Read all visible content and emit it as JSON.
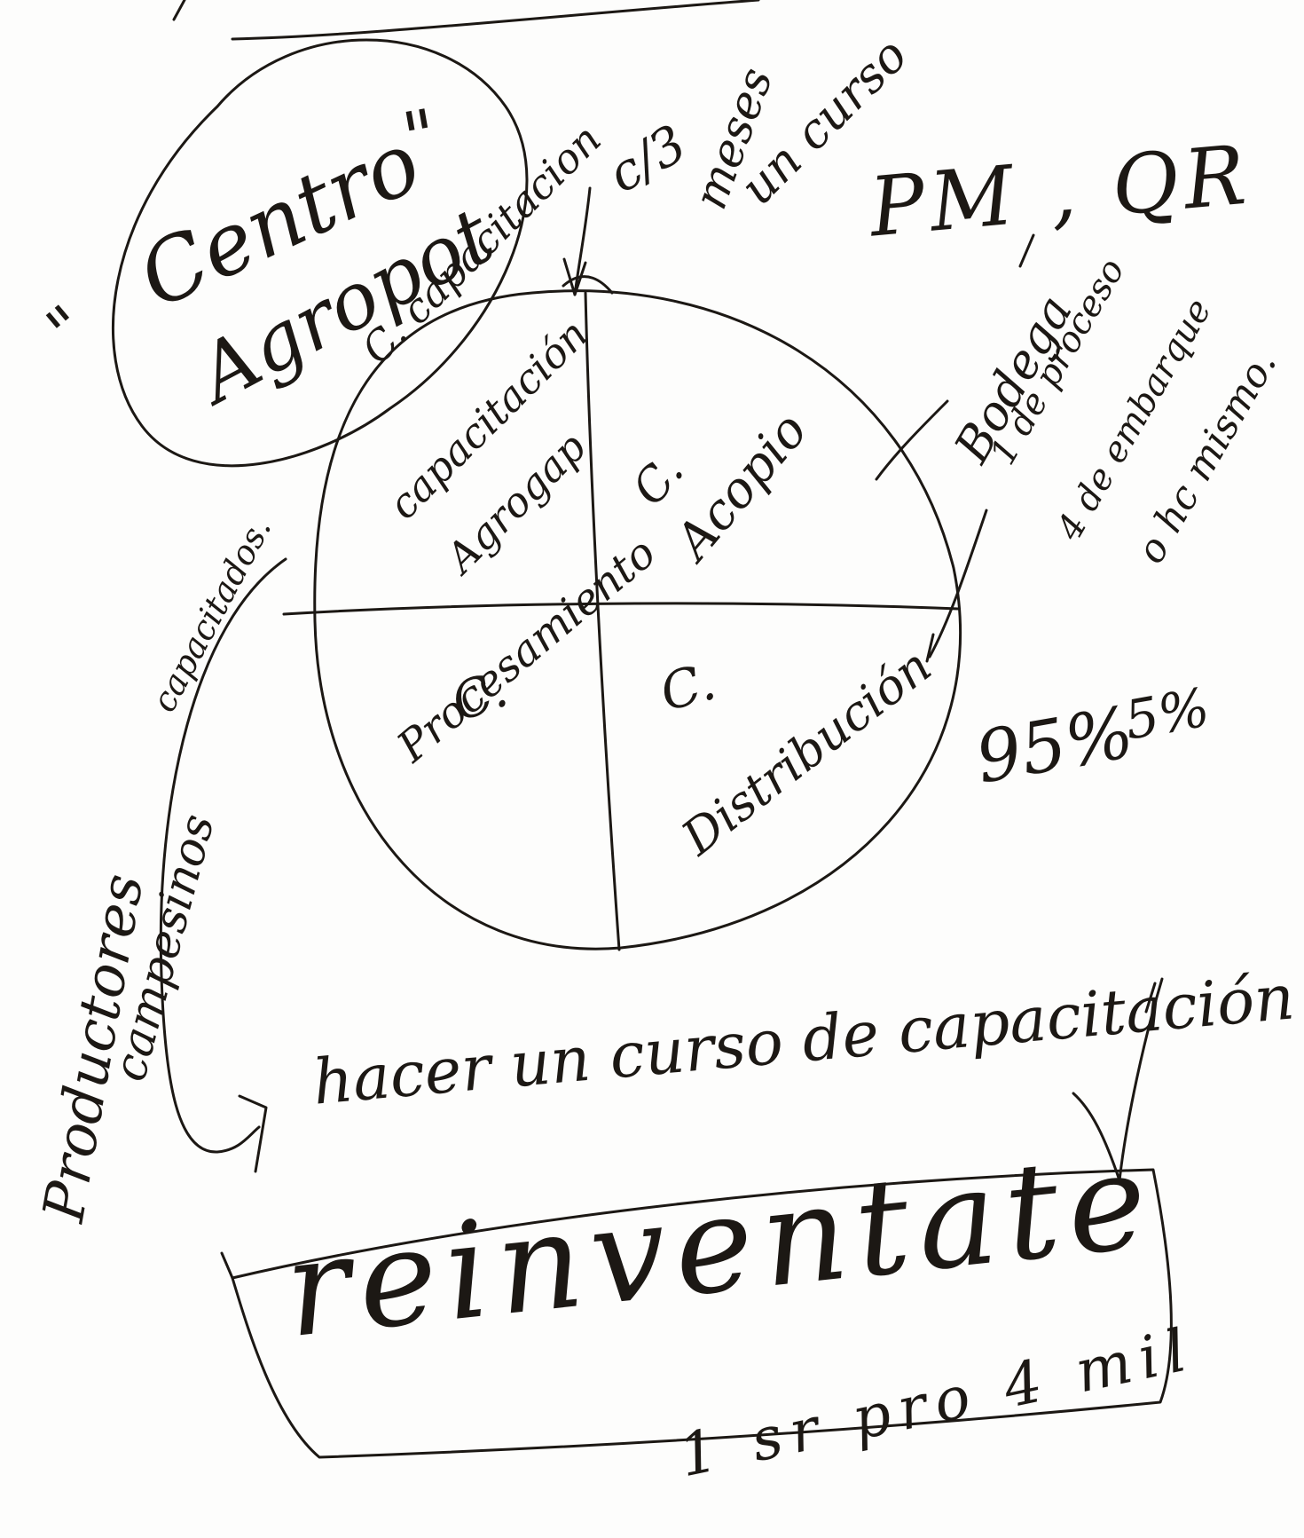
{
  "hub": {
    "label_quote_open": "\"",
    "label_line1": "Centro",
    "label_line2": "Agropot",
    "label_quote_close": "\""
  },
  "quadrants": {
    "top_left_line1": "C. capacitacion",
    "top_left_line2": "capacitación",
    "top_left_line3": "Agrogap",
    "top_right_line1": "C.",
    "top_right_line2": "Acopio",
    "bottom_left_line1": "C.",
    "bottom_left_line2": "Procesamiento",
    "bottom_right_line1": "C.",
    "bottom_right_line2": "Distribución"
  },
  "notes": {
    "frequency_line1": "c/3",
    "frequency_line2": "meses",
    "frequency_line3": "un curso",
    "codes": "PM , QR",
    "bodega": "Bodega",
    "bodega_detail_line1": "1 de proceso",
    "bodega_detail_line2": "4 de embarque",
    "bodega_detail_line3": "o hc mismo.",
    "percent_main": "95%",
    "percent_rest": "5%",
    "capacitados": "capacitados.",
    "productores_line1": "Productores",
    "productores_line2": "campesinos",
    "productores_line3": "capacitados.",
    "course_action": "hacer un curso de capacitación",
    "program_name": "reinventate",
    "cost_note": "1 sr pro 4 mil"
  },
  "colors": {
    "ink": "#1c1814",
    "paper": "#fdfdfc"
  }
}
